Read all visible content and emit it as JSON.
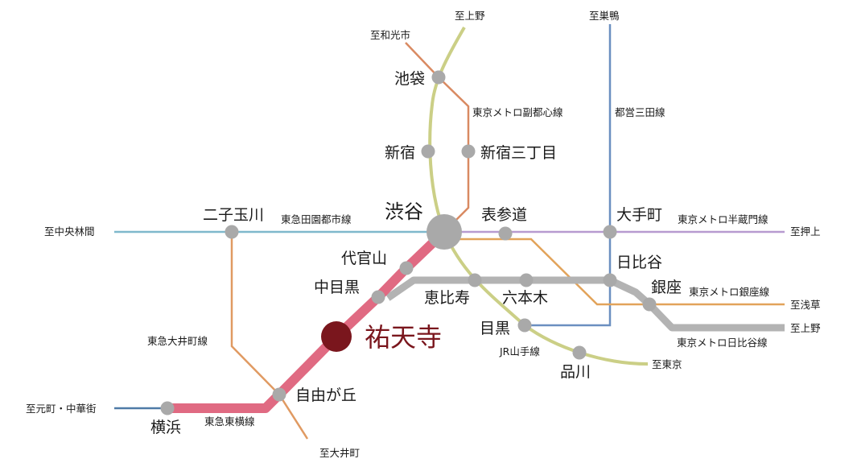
{
  "colors": {
    "toyoko": "#e06a82",
    "hibiya": "#b3b3b3",
    "yamanote": "#cbcf86",
    "fukutoshin": "#d98a62",
    "mita": "#6b8fc0",
    "hanzomon": "#b79ad0",
    "ginza": "#e2a35a",
    "denentoshi": "#7fb8cc",
    "oimachi": "#e09a62",
    "yokohama_ext": "#4f7aa7",
    "station": "#a9a9a9",
    "focus_station": "#7a161d"
  },
  "focus_station": {
    "name": "祐天寺"
  },
  "stations": {
    "shibuya": "渋谷",
    "ikebukuro": "池袋",
    "shinjuku": "新宿",
    "shinjuku_sanchome": "新宿三丁目",
    "omotesando": "表参道",
    "otemachi": "大手町",
    "hibiya": "日比谷",
    "ginza": "銀座",
    "ebisu": "恵比寿",
    "roppongi": "六本木",
    "meguro": "目黒",
    "shinagawa": "品川",
    "daikanyama": "代官山",
    "nakameguro": "中目黒",
    "jiyugaoka": "自由が丘",
    "yokohama": "横浜",
    "futakotamagawa": "二子玉川"
  },
  "lines": {
    "fukutoshin": "東京メトロ副都心線",
    "mita": "都営三田線",
    "denentoshi": "東急田園都市線",
    "hanzomon": "東京メトロ半蔵門線",
    "ginza": "東京メトロ銀座線",
    "hibiya": "東京メトロ日比谷線",
    "yamanote": "JR山手線",
    "oimachi": "東急大井町線",
    "toyoko": "東急東横線"
  },
  "terminals": {
    "ueno_top": "至上野",
    "wakoshi": "至和光市",
    "sugamo": "至巣鴨",
    "chuorinkan": "至中央林間",
    "oshiage": "至押上",
    "asakusa": "至浅草",
    "ueno_right": "至上野",
    "tokyo": "至東京",
    "motomachi": "至元町・中華街",
    "oimachi": "至大井町"
  }
}
